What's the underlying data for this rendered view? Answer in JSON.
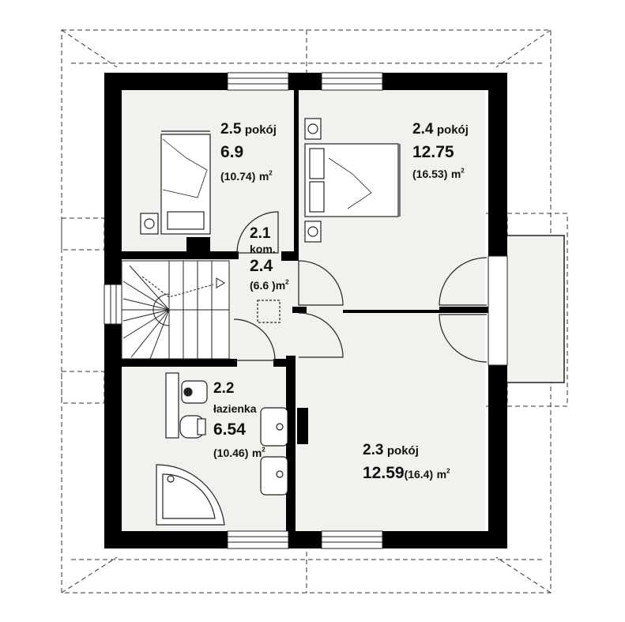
{
  "rooms": [
    {
      "number": "2.5",
      "name": "pokój",
      "area": "6.9",
      "area_total": "(10.74)",
      "unit": "m",
      "unit_sup": "2"
    },
    {
      "number": "2.4",
      "name": "pokój",
      "area": "12.75",
      "area_total": "(16.53)",
      "unit": "m",
      "unit_sup": "2"
    },
    {
      "number": "2.1",
      "name": "kom.",
      "area": "2.4",
      "area_total": "(6.6 )",
      "unit": "m",
      "unit_sup": "2"
    },
    {
      "number": "2.2",
      "name": "łazienka",
      "area": "6.54",
      "area_total": "(10.46)",
      "unit": "m",
      "unit_sup": "2"
    },
    {
      "number": "2.3",
      "name": "pokój",
      "area": "12.59",
      "area_total": "(16.4)",
      "unit": "m",
      "unit_sup": "2"
    }
  ],
  "colors": {
    "wall": "#000000",
    "floor": "#f3f1ee",
    "line": "#222222",
    "background": "#ffffff"
  }
}
